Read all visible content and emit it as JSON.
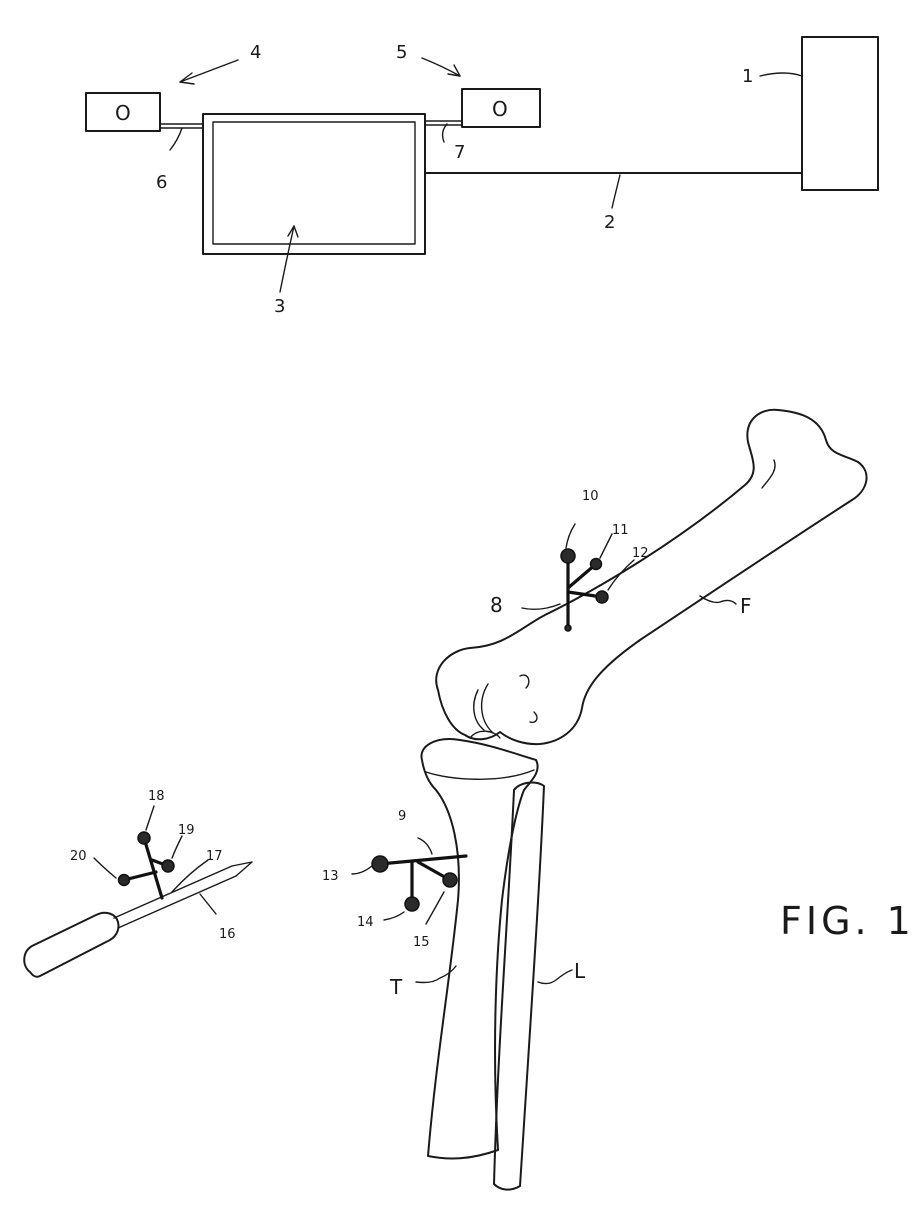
{
  "figure_title": "FIG. 1",
  "camera_lens_glyph": "O",
  "reference_numerals": {
    "n1": "1",
    "n2": "2",
    "n3": "3",
    "n4": "4",
    "n5": "5",
    "n6": "6",
    "n7": "7",
    "n8": "8",
    "n9": "9",
    "n10": "10",
    "n11": "11",
    "n12": "12",
    "n13": "13",
    "n14": "14",
    "n15": "15",
    "n16": "16",
    "n17": "17",
    "n18": "18",
    "n19": "19",
    "n20": "20"
  },
  "bone_letters": {
    "femur": "F",
    "tibia": "T",
    "fibula": "L"
  }
}
